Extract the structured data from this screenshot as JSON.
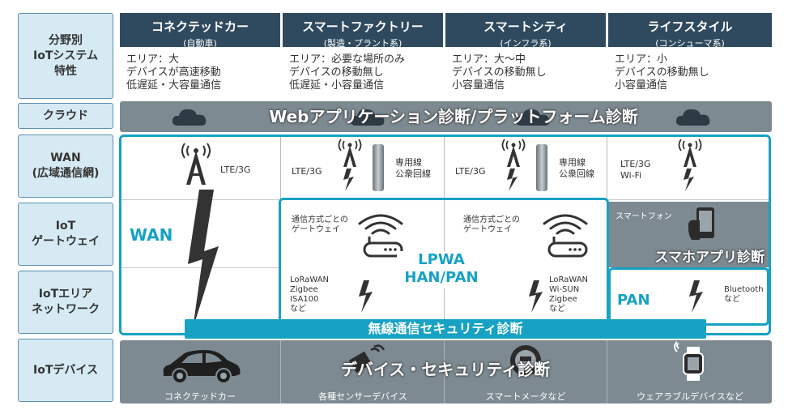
{
  "row_labels": {
    "system": "分野別\nIoTシステム\n特性",
    "cloud": "クラウド",
    "wan": "WAN\n(広域通信網)",
    "gateway": "IoT\nゲートウェイ",
    "network": "IoTエリア\nネットワーク",
    "device": "IoTデバイス"
  },
  "columns": [
    {
      "title": "コネクテッドカー",
      "sub": "(自動車)",
      "lines": [
        "エリア：大",
        "デバイスが高速移動",
        "低遅延・大容量通信"
      ]
    },
    {
      "title": "スマートファクトリー",
      "sub": "(製造・プラント系)",
      "lines": [
        "エリア：必要な場所のみ",
        "デバイスの移動無し",
        "低遅延・小容量通信"
      ]
    },
    {
      "title": "スマートシティ",
      "sub": "(インフラ系)",
      "lines": [
        "エリア：大〜中",
        "デバイスの移動無し",
        "小容量通信"
      ]
    },
    {
      "title": "ライフスタイル",
      "sub": "(コンシューマ系)",
      "lines": [
        "エリア：小",
        "デバイスの移動無し",
        "小容量通信"
      ]
    }
  ],
  "cloud_banner": "Webアプリケーション診断/プラットフォーム診断",
  "wan": {
    "c1_lte": "LTE/3G",
    "c2_lte": "LTE/3G",
    "c2_lines": "専用線\n公衆回線",
    "c3_lte": "LTE/3G",
    "c3_lines": "専用線\n公衆回線",
    "c4_lines": "LTE/3G\nWi-Fi"
  },
  "gateway": {
    "wan_label": "WAN",
    "c2_text": "通信方式ごとの\nゲートウェイ",
    "c3_text": "通信方式ごとの\nゲートウェイ",
    "c4_phone": "スマートフォン",
    "c4_banner": "スマホアプリ診断"
  },
  "lpwa": "LPWA\nHAN/PAN",
  "network": {
    "c2_list": "LoRaWAN\nZigbee\nISA100\nなど",
    "c3_list": "LoRaWAN\nWi-SUN\nZigbee\nなど",
    "c4_pan": "PAN",
    "c4_text": "Bluetooth\nなど"
  },
  "wireless_banner": "無線通信セキュリティ診断",
  "device_banner": "デバイス・セキュリティ診断",
  "devices": [
    "コネクテッドカー",
    "各種センサーデバイス",
    "スマートメータなど",
    "ウェアラブルデバイスなど"
  ],
  "colors": {
    "accent": "#17a2c4",
    "header": "#2f4a5e",
    "gray": "#7d8a92",
    "label_bg": "#d6eaf4"
  }
}
